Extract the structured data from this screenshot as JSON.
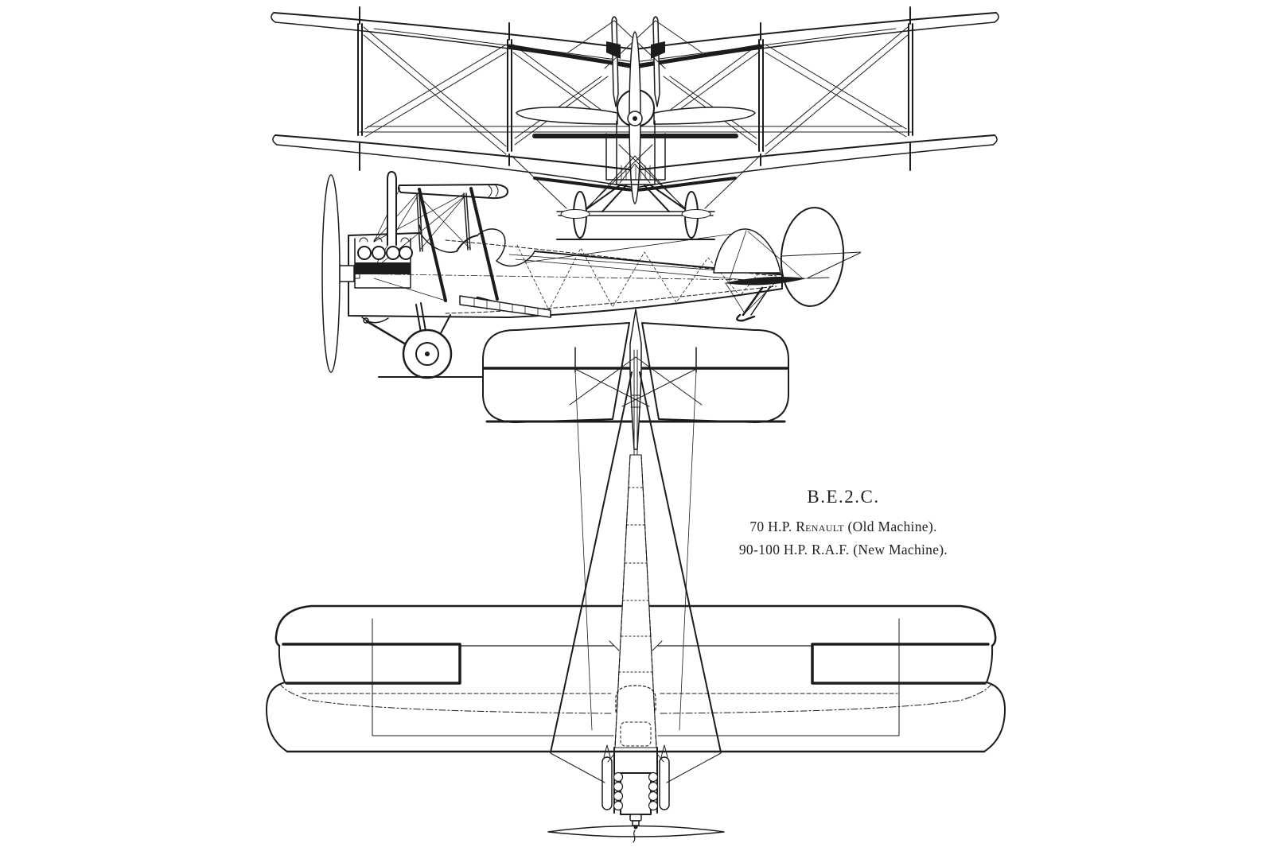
{
  "caption": {
    "title": "B.E.2.C.",
    "spec_old": {
      "prefix": "70 H.P. ",
      "engine": "Renault",
      "suffix": " (Old Machine)."
    },
    "spec_new": "90-100 H.P. R.A.F. (New Machine)."
  },
  "colors": {
    "ink": "#1c1c1c",
    "paper": "#ffffff"
  }
}
